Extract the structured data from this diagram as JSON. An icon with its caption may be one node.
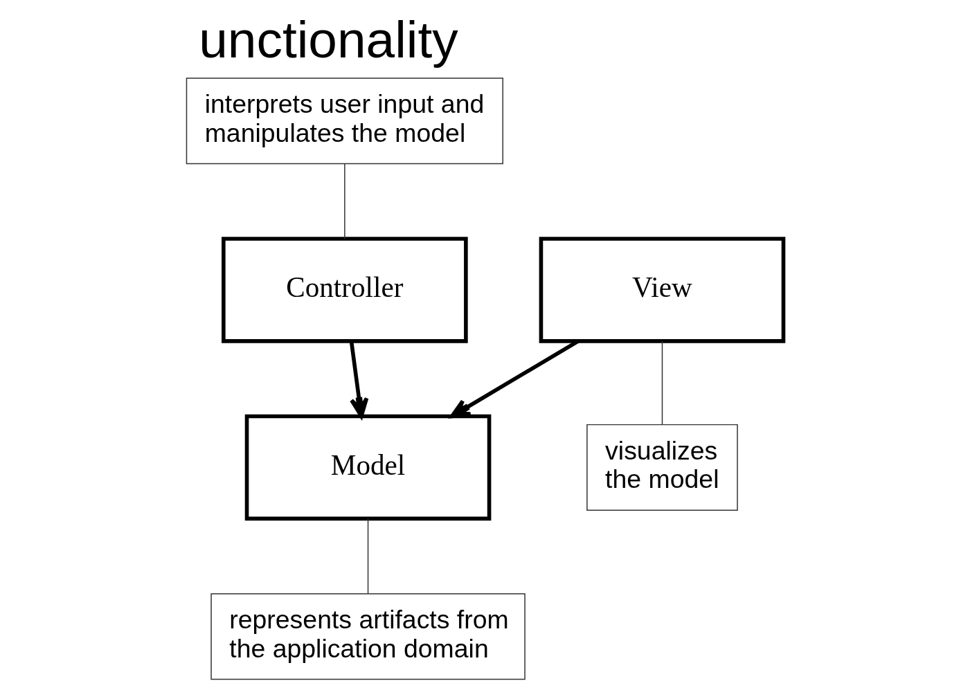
{
  "diagram": {
    "title": "unctionality",
    "nodes": [
      {
        "text": [
          "View"
        ]
      },
      {
        "text": [
          "Controller"
        ]
      },
      {
        "text": [
          "Model"
        ]
      },
      {
        "text": [
          "interprets user input and manipulates the model"
        ]
      },
      {
        "text": [
          "visualizes the model"
        ]
      },
      {
        "text": [
          "represents artifacts from the application domain"
        ]
      }
    ],
    "edges": [
      {
        "from": 0,
        "to": 2,
        "arrow": "to",
        "style": "thick"
      },
      {
        "from": 1,
        "to": 2,
        "arrow": "to",
        "style": "thick"
      },
      {
        "from": 3,
        "to": 1,
        "arrow": "none"
      },
      {
        "from": 4,
        "to": 0,
        "arrow": "none"
      },
      {
        "from": 5,
        "to": 2,
        "arrow": "none"
      }
    ]
  }
}
